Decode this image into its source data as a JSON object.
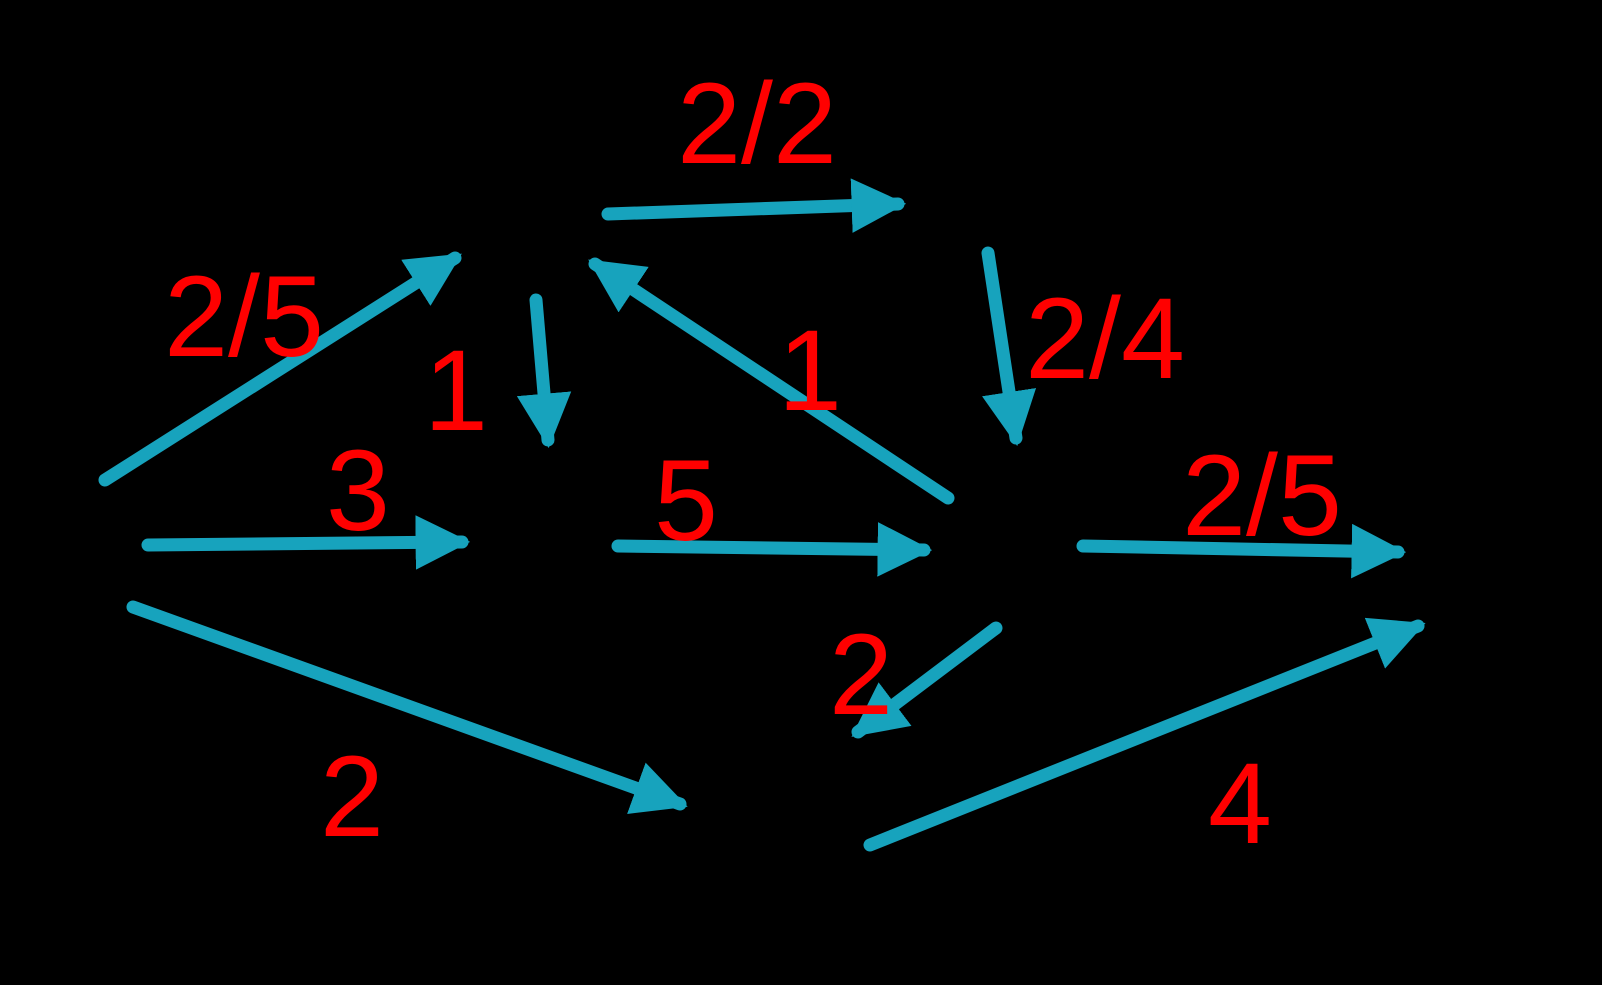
{
  "diagram": {
    "type": "flow-network-graph",
    "background_color": "#000000",
    "arrow_color": "#17a3bd",
    "label_color": "#ff0000",
    "edges": [
      {
        "id": "edge-1",
        "label": "2/5"
      },
      {
        "id": "edge-2",
        "label": "2/2"
      },
      {
        "id": "edge-3",
        "label": "1"
      },
      {
        "id": "edge-4",
        "label": "1"
      },
      {
        "id": "edge-5",
        "label": "2/4"
      },
      {
        "id": "edge-6",
        "label": "3"
      },
      {
        "id": "edge-7",
        "label": "5"
      },
      {
        "id": "edge-8",
        "label": "2/5"
      },
      {
        "id": "edge-9",
        "label": "2"
      },
      {
        "id": "edge-10",
        "label": "2"
      },
      {
        "id": "edge-11",
        "label": "4"
      }
    ]
  }
}
